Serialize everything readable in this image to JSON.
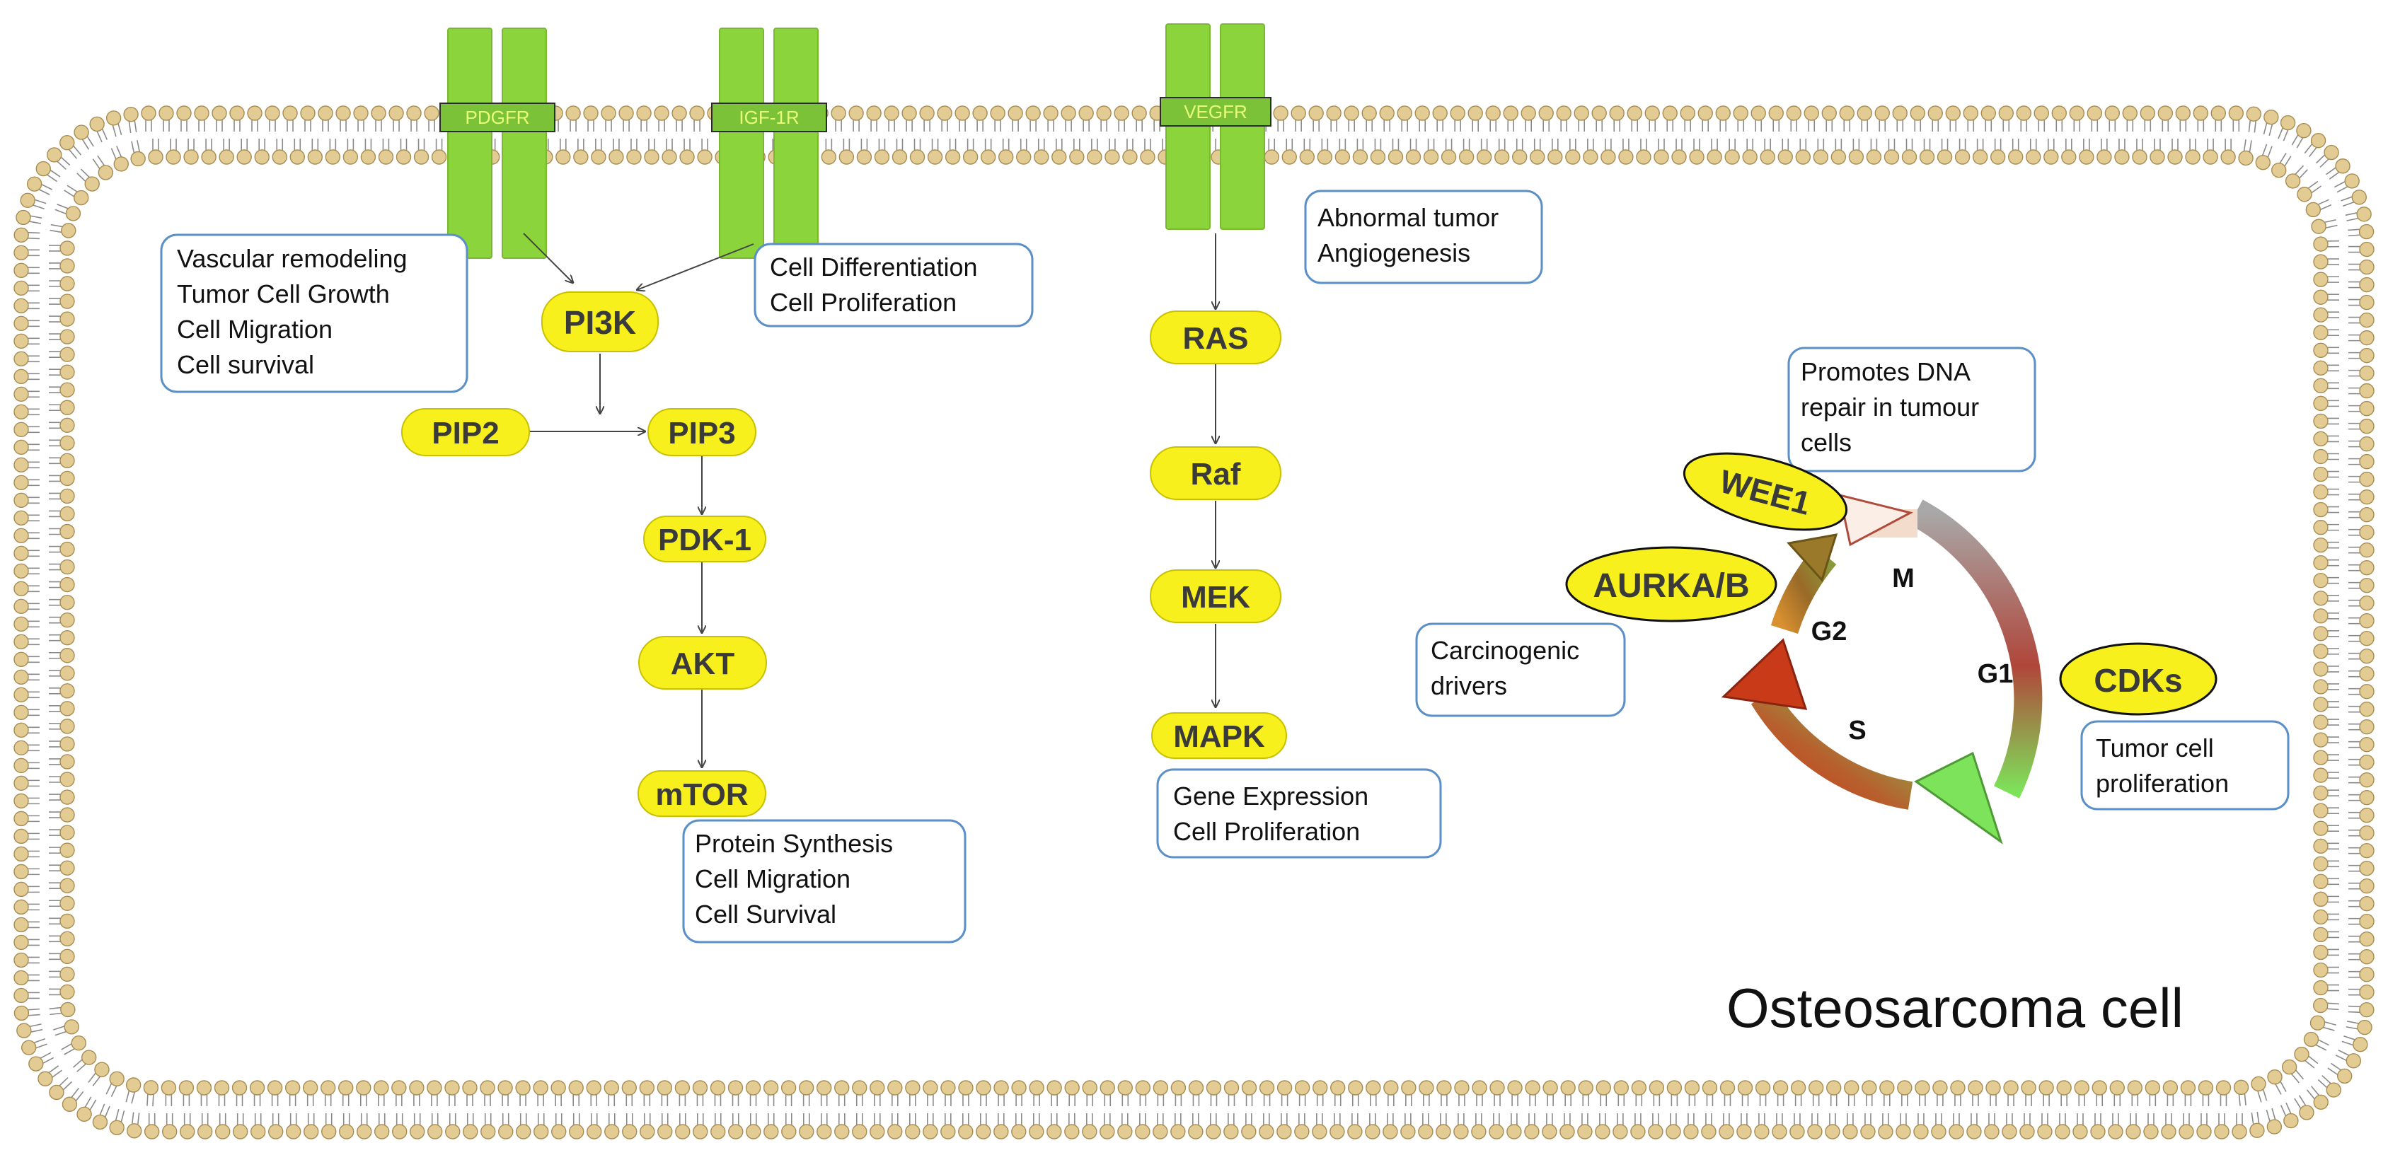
{
  "caption": "Osteosarcoma cell",
  "colors": {
    "receptor": "#8cd43c",
    "receptor_dark": "#6aa82a",
    "receptor_label_bg": "#7bc238",
    "receptor_label_text": "#e8ff7a",
    "node_fill": "#f7f01d",
    "node_stroke": "#c8c000",
    "node_text": "#3a3a3a",
    "box_stroke": "#5b8fc7",
    "arrow": "#444444",
    "lipid_head": "#e2cc94",
    "lipid_head_stroke": "#a88c52",
    "lipid_tail": "#8a8a8a"
  },
  "receptors": {
    "pdgfr": "PDGFR",
    "igf1r": "IGF-1R",
    "vegfr": "VEGFR"
  },
  "nodes": {
    "pi3k": "PI3K",
    "pip2": "PIP2",
    "pip3": "PIP3",
    "pdk1": "PDK-1",
    "akt": "AKT",
    "mtor": "mTOR",
    "ras": "RAS",
    "raf": "Raf",
    "mek": "MEK",
    "mapk": "MAPK",
    "wee1": "WEE1",
    "aurka": "AURKA/B",
    "cdks": "CDKs"
  },
  "boxes": {
    "pdgfr_effects": [
      "Vascular remodeling",
      "Tumor Cell Growth",
      "Cell Migration",
      "Cell survival"
    ],
    "igf1r_effects": [
      "Cell Differentiation",
      "Cell Proliferation"
    ],
    "mtor_effects": [
      "Protein Synthesis",
      "Cell Migration",
      "Cell Survival"
    ],
    "vegfr_effects": [
      "Abnormal tumor",
      "Angiogenesis"
    ],
    "mapk_effects": [
      "Gene Expression",
      "Cell Proliferation"
    ],
    "wee1_effects": [
      "Promotes DNA",
      "repair in tumour",
      "cells"
    ],
    "aurka_effects": [
      "Carcinogenic",
      "drivers"
    ],
    "cdks_effects": [
      "Tumor cell",
      "proliferation"
    ]
  },
  "cell_cycle": {
    "phases": {
      "m": "M",
      "g1": "G1",
      "s": "S",
      "g2": "G2"
    }
  }
}
